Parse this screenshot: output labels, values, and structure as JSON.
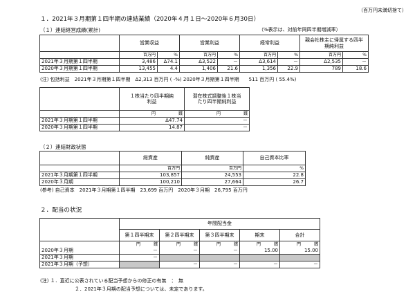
{
  "header_note": "（百万円未満切捨て）",
  "section1": {
    "title": "１．2021年３月期第１四半期の連結業績（2020年４月１日～2020年６月30日）",
    "subtitle": "（１）連結経営成績(累計)",
    "pct_note": "（%表示は、対前年同四半期増減率）",
    "results_table": {
      "headers": [
        "営業収益",
        "営業利益",
        "経常利益",
        "親会社株主に帰属する四半期純利益"
      ],
      "unit_million": "百万円",
      "unit_pct": "%",
      "rows": [
        {
          "label": "2021年３月期第１四半期",
          "values": [
            "3,486",
            "Δ74.1",
            "Δ3,522",
            "－",
            "Δ3,614",
            "－",
            "Δ2,535",
            "－"
          ]
        },
        {
          "label": "2020年３月期第１四半期",
          "values": [
            "13,455",
            "4.4",
            "1,406",
            "21.6",
            "1,356",
            "22.9",
            "789",
            "18.6"
          ]
        }
      ]
    },
    "comprehensive_note": "(注) 包括利益　2021年３月期第１四半期　Δ2,313 百万円 ( -%) 2020年３月期第１四半期　　511 百万円 ( 55.4%)",
    "eps_table": {
      "headers": [
        "１株当たり四半期純利益",
        "潜在株式調整後１株当たり四半期純利益"
      ],
      "unit_yen": "円",
      "unit_sen": "銭",
      "rows": [
        {
          "label": "2021年３月期第１四半期",
          "values": [
            "Δ47.74",
            "－"
          ]
        },
        {
          "label": "2020年３月期第１四半期",
          "values": [
            "14.87",
            "－"
          ]
        }
      ]
    },
    "financial_subtitle": "（２）連結財政状態",
    "financial_table": {
      "headers": [
        "総資産",
        "純資産",
        "自己資本比率"
      ],
      "unit_million": "百万円",
      "unit_pct": "%",
      "rows": [
        {
          "label": "2021年３月期第１四半期",
          "values": [
            "103,857",
            "24,553",
            "22.8"
          ]
        },
        {
          "label": "2020年３月期",
          "values": [
            "100,210",
            "27,664",
            "26.7"
          ]
        }
      ]
    },
    "equity_note": "(参考) 自己資本　2021年３月期第１四半期　23,699 百万円　2020年３月期　26,795 百万円"
  },
  "section2": {
    "title": "２．配当の状況",
    "dividend_table": {
      "group_header": "年間配当金",
      "headers": [
        "第１四半期末",
        "第２四半期末",
        "第３四半期末",
        "期末",
        "合計"
      ],
      "unit_yen": "円",
      "unit_sen": "銭",
      "rows": [
        {
          "label": "2020年３月期",
          "values": [
            "－",
            "－",
            "－",
            "15.00",
            "15.00"
          ]
        },
        {
          "label": "2021年３月期",
          "values": [
            "－",
            "",
            "",
            "",
            ""
          ]
        },
        {
          "label": "2021年３月期（予想）",
          "values": [
            "",
            "－",
            "－",
            "－",
            "－"
          ]
        }
      ]
    },
    "notes": [
      "(注) １．直近に公表されている配当予想からの修正の有無　：　無",
      "２．2021年３月期の配当予想については、未定であります。"
    ]
  }
}
